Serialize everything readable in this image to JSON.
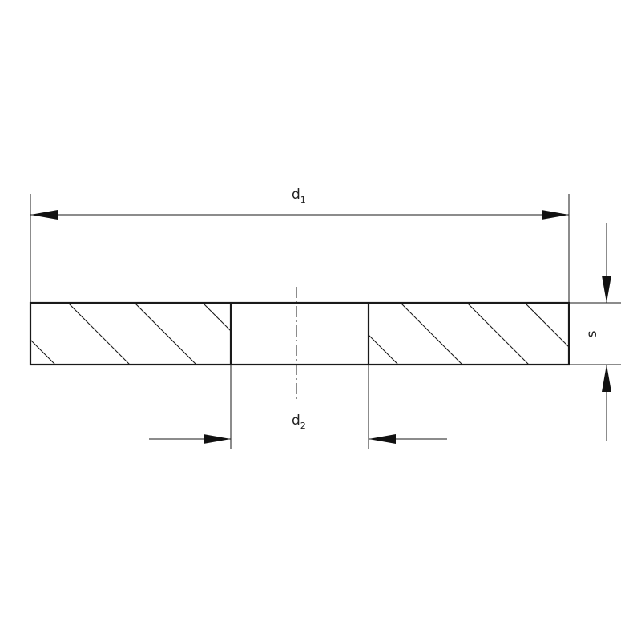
{
  "dimensions": {
    "outer_diameter": {
      "symbol": "d",
      "index": "1"
    },
    "inner_diameter": {
      "symbol": "d",
      "index": "2"
    },
    "thickness": {
      "symbol": "s"
    }
  },
  "colors": {
    "line": "#1a1a1a",
    "background": "#ffffff"
  }
}
